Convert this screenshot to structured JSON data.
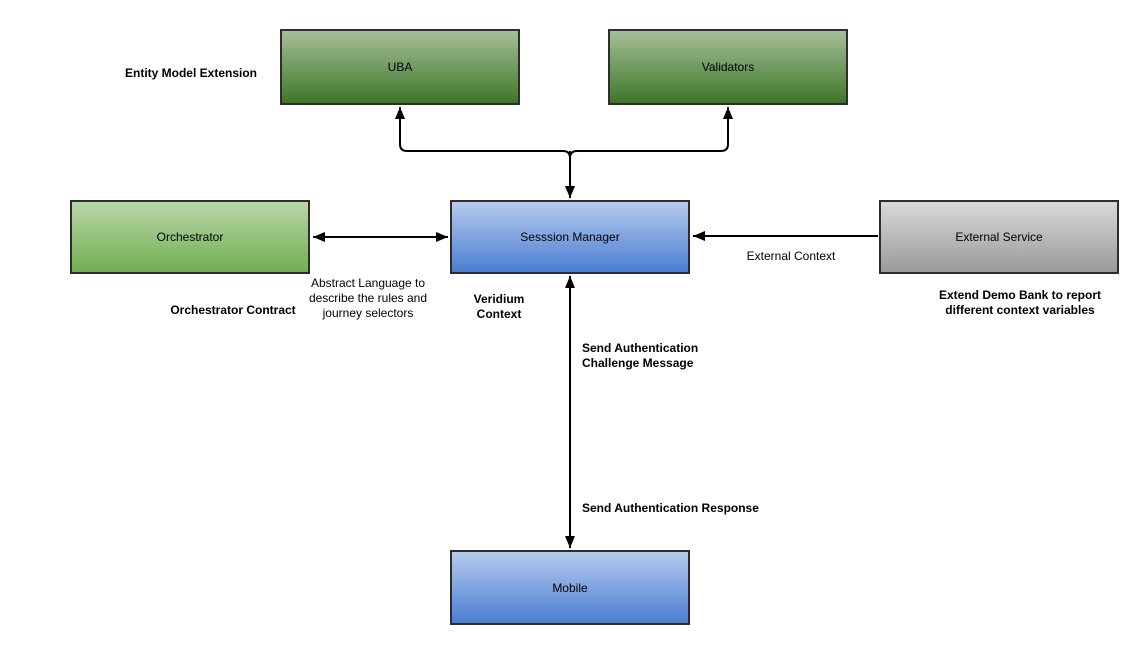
{
  "boxes": {
    "uba": {
      "label": "UBA"
    },
    "validators": {
      "label": "Validators"
    },
    "orchestrator": {
      "label": "Orchestrator"
    },
    "session_manager": {
      "label": "Sesssion Manager"
    },
    "external_service": {
      "label": "External Service"
    },
    "mobile": {
      "label": "Mobile"
    }
  },
  "annotations": {
    "entity_model_extension": "Entity Model Extension",
    "orchestrator_contract": "Orchestrator Contract",
    "abstract_language": "Abstract Language to describe the rules and journey selectors",
    "veridium_context": "Veridium Context",
    "external_context": "External Context",
    "extend_demo_bank": "Extend Demo Bank to report different context variables",
    "send_auth_challenge": "Send Authentication Challenge Message",
    "send_auth_response": "Send Authentication Response"
  },
  "colors": {
    "green_dark_top": "#a6bf9a",
    "green_dark_bottom": "#3f7628",
    "green_light_top": "#bad6a8",
    "green_light_bottom": "#72ae52",
    "blue_top": "#b6cbee",
    "blue_bottom": "#4b7dd2",
    "gray_top": "#d9d9d9",
    "gray_bottom": "#9a9a9a",
    "box_border": "#2e2e2e",
    "arrow": "#000000",
    "text": "#000000"
  }
}
